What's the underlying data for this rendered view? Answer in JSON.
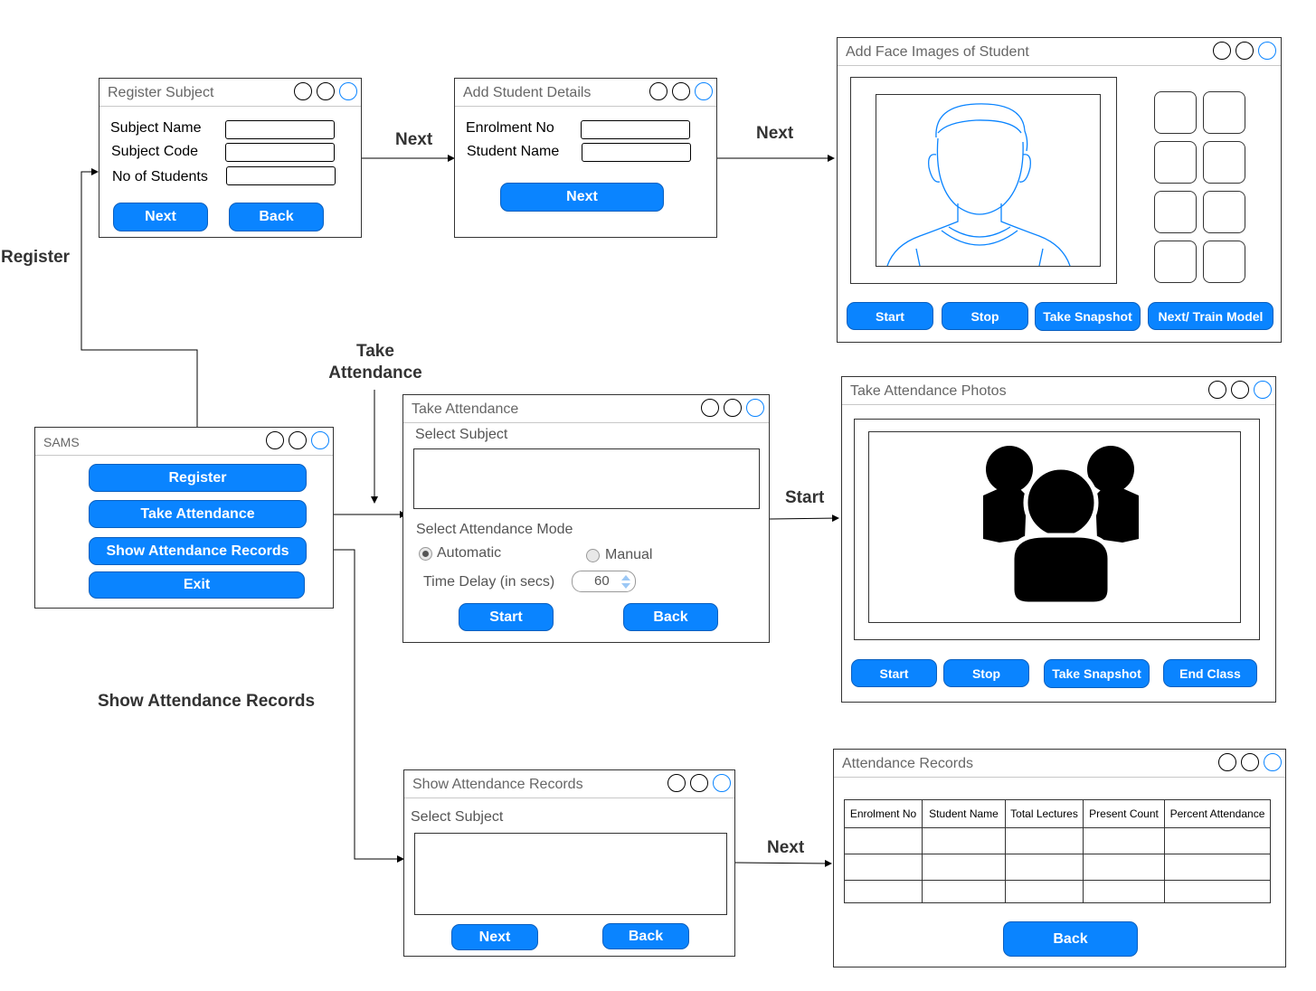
{
  "colors": {
    "accent": "#0a84ff",
    "text": "#333333"
  },
  "flow_labels": {
    "register": "Register",
    "next_1": "Next",
    "next_2": "Next",
    "take_attendance_1": "Take",
    "take_attendance_2": "Attendance",
    "start": "Start",
    "show_records": "Show Attendance Records",
    "next_3": "Next"
  },
  "sams": {
    "title": "SAMS",
    "register": "Register",
    "take_attendance": "Take Attendance",
    "show_records": "Show Attendance Records",
    "exit": "Exit"
  },
  "register_subject": {
    "title": "Register Subject",
    "subject_name": "Subject Name",
    "subject_code": "Subject Code",
    "no_of_students": "No of Students",
    "next": "Next",
    "back": "Back"
  },
  "add_student": {
    "title": "Add Student Details",
    "enrolment_no": "Enrolment No",
    "student_name": "Student Name",
    "next": "Next"
  },
  "add_face": {
    "title": "Add Face Images of Student",
    "start": "Start",
    "stop": "Stop",
    "take_snapshot": "Take Snapshot",
    "next_train": "Next/ Train Model",
    "thumbnail_count": 8
  },
  "take_attendance": {
    "title": "Take Attendance",
    "select_subject": "Select Subject",
    "select_mode": "Select Attendance Mode",
    "automatic": "Automatic",
    "manual": "Manual",
    "time_delay": "Time Delay (in secs)",
    "delay_value": "60",
    "start": "Start",
    "back": "Back"
  },
  "take_photos": {
    "title": "Take Attendance Photos",
    "start": "Start",
    "stop": "Stop",
    "take_snapshot": "Take Snapshot",
    "end_class": "End Class"
  },
  "show_records": {
    "title": "Show Attendance Records",
    "select_subject": "Select Subject",
    "next": "Next",
    "back": "Back"
  },
  "attendance_records": {
    "title": "Attendance Records",
    "columns": [
      "Enrolment No",
      "Student  Name",
      "Total Lectures",
      "Present Count",
      "Percent Attendance"
    ],
    "empty_rows": 3,
    "back": "Back"
  }
}
